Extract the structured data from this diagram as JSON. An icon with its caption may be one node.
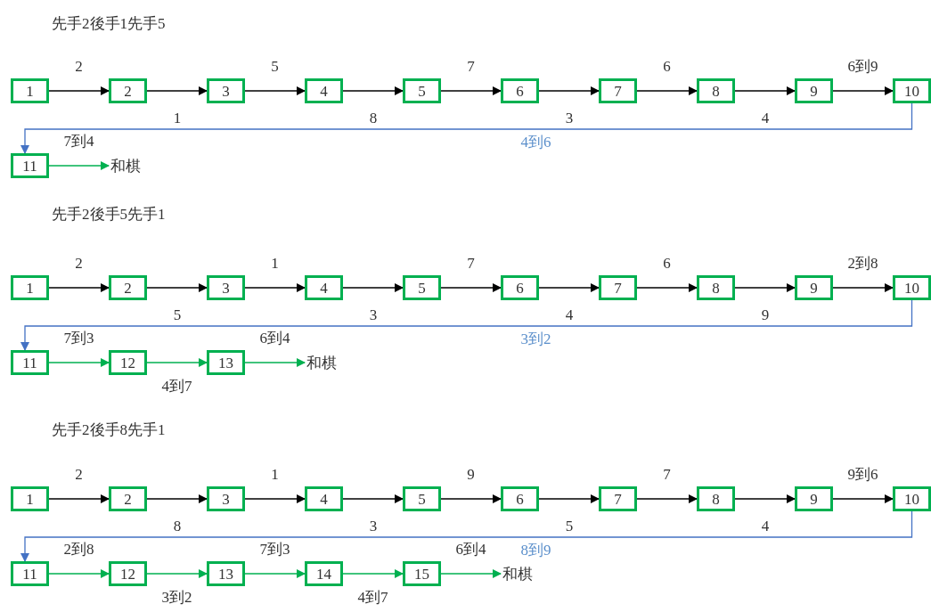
{
  "diagram": {
    "nodes": [
      {
        "text": [
          "1"
        ]
      },
      {
        "text": [
          "2"
        ]
      },
      {
        "text": [
          "3"
        ]
      },
      {
        "text": [
          "4"
        ]
      },
      {
        "text": [
          "5"
        ]
      },
      {
        "text": [
          "6"
        ]
      },
      {
        "text": [
          "7"
        ]
      },
      {
        "text": [
          "8"
        ]
      },
      {
        "text": [
          "9"
        ]
      },
      {
        "text": [
          "10"
        ]
      },
      {
        "text": [
          "11"
        ]
      },
      {
        "text": [
          "和棋"
        ]
      },
      {
        "text": [
          "1"
        ]
      },
      {
        "text": [
          "2"
        ]
      },
      {
        "text": [
          "3"
        ]
      },
      {
        "text": [
          "4"
        ]
      },
      {
        "text": [
          "5"
        ]
      },
      {
        "text": [
          "6"
        ]
      },
      {
        "text": [
          "7"
        ]
      },
      {
        "text": [
          "8"
        ]
      },
      {
        "text": [
          "9"
        ]
      },
      {
        "text": [
          "10"
        ]
      },
      {
        "text": [
          "11"
        ]
      },
      {
        "text": [
          "12"
        ]
      },
      {
        "text": [
          "13"
        ]
      },
      {
        "text": [
          "和棋"
        ]
      },
      {
        "text": [
          "1"
        ]
      },
      {
        "text": [
          "2"
        ]
      },
      {
        "text": [
          "3"
        ]
      },
      {
        "text": [
          "4"
        ]
      },
      {
        "text": [
          "5"
        ]
      },
      {
        "text": [
          "6"
        ]
      },
      {
        "text": [
          "7"
        ]
      },
      {
        "text": [
          "8"
        ]
      },
      {
        "text": [
          "9"
        ]
      },
      {
        "text": [
          "10"
        ]
      },
      {
        "text": [
          "11"
        ]
      },
      {
        "text": [
          "12"
        ]
      },
      {
        "text": [
          "13"
        ]
      },
      {
        "text": [
          "14"
        ]
      },
      {
        "text": [
          "15"
        ]
      },
      {
        "text": [
          "和棋"
        ]
      }
    ],
    "edges": [
      {
        "from": 0,
        "to": 1,
        "arrow": "to",
        "label": "2"
      },
      {
        "from": 1,
        "to": 2,
        "arrow": "to"
      },
      {
        "from": 2,
        "to": 3,
        "arrow": "to",
        "label": "5"
      },
      {
        "from": 3,
        "to": 4,
        "arrow": "to"
      },
      {
        "from": 4,
        "to": 5,
        "arrow": "to",
        "label": "7"
      },
      {
        "from": 5,
        "to": 6,
        "arrow": "to"
      },
      {
        "from": 6,
        "to": 7,
        "arrow": "to",
        "label": "6"
      },
      {
        "from": 7,
        "to": 8,
        "arrow": "to"
      },
      {
        "from": 8,
        "to": 9,
        "arrow": "to",
        "label": "6到9"
      },
      {
        "from": 9,
        "to": 10,
        "arrow": "to",
        "label": "4到6",
        "color": "#4472c4"
      },
      {
        "from": 10,
        "to": 11,
        "arrow": "to",
        "label": "7到4",
        "color": "#00b050"
      },
      {
        "from": 12,
        "to": 13,
        "arrow": "to",
        "label": "2"
      },
      {
        "from": 13,
        "to": 14,
        "arrow": "to"
      },
      {
        "from": 14,
        "to": 15,
        "arrow": "to",
        "label": "1"
      },
      {
        "from": 15,
        "to": 16,
        "arrow": "to"
      },
      {
        "from": 16,
        "to": 17,
        "arrow": "to",
        "label": "7"
      },
      {
        "from": 17,
        "to": 18,
        "arrow": "to"
      },
      {
        "from": 18,
        "to": 19,
        "arrow": "to",
        "label": "6"
      },
      {
        "from": 19,
        "to": 20,
        "arrow": "to"
      },
      {
        "from": 20,
        "to": 21,
        "arrow": "to",
        "label": "2到8"
      },
      {
        "from": 21,
        "to": 22,
        "arrow": "to",
        "label": "3到2",
        "color": "#4472c4"
      },
      {
        "from": 22,
        "to": 23,
        "arrow": "to",
        "label": "7到3",
        "color": "#00b050"
      },
      {
        "from": 23,
        "to": 24,
        "arrow": "to",
        "label": "4到7",
        "color": "#00b050"
      },
      {
        "from": 24,
        "to": 25,
        "arrow": "to",
        "label": "6到4",
        "color": "#00b050"
      },
      {
        "from": 26,
        "to": 27,
        "arrow": "to",
        "label": "2"
      },
      {
        "from": 27,
        "to": 28,
        "arrow": "to"
      },
      {
        "from": 28,
        "to": 29,
        "arrow": "to",
        "label": "1"
      },
      {
        "from": 29,
        "to": 30,
        "arrow": "to"
      },
      {
        "from": 30,
        "to": 31,
        "arrow": "to",
        "label": "9"
      },
      {
        "from": 31,
        "to": 32,
        "arrow": "to"
      },
      {
        "from": 32,
        "to": 33,
        "arrow": "to",
        "label": "7"
      },
      {
        "from": 33,
        "to": 34,
        "arrow": "to"
      },
      {
        "from": 34,
        "to": 35,
        "arrow": "to",
        "label": "9到6"
      },
      {
        "from": 35,
        "to": 36,
        "arrow": "to",
        "label": "8到9",
        "color": "#4472c4"
      },
      {
        "from": 36,
        "to": 37,
        "arrow": "to",
        "label": "2到8",
        "color": "#00b050"
      },
      {
        "from": 37,
        "to": 38,
        "arrow": "to",
        "label": "3到2",
        "color": "#00b050"
      },
      {
        "from": 38,
        "to": 39,
        "arrow": "to",
        "label": "7到3",
        "color": "#00b050"
      },
      {
        "from": 39,
        "to": 40,
        "arrow": "to",
        "label": "4到7",
        "color": "#00b050"
      },
      {
        "from": 40,
        "to": 41,
        "arrow": "to",
        "label": "6到4",
        "color": "#00b050"
      }
    ],
    "labels": [
      "先手2後手1先手5",
      "1",
      "8",
      "3",
      "4",
      "先手2後手5先手1",
      "5",
      "3",
      "4",
      "9",
      "先手2後手8先手1",
      "8",
      "3",
      "5",
      "4"
    ]
  }
}
